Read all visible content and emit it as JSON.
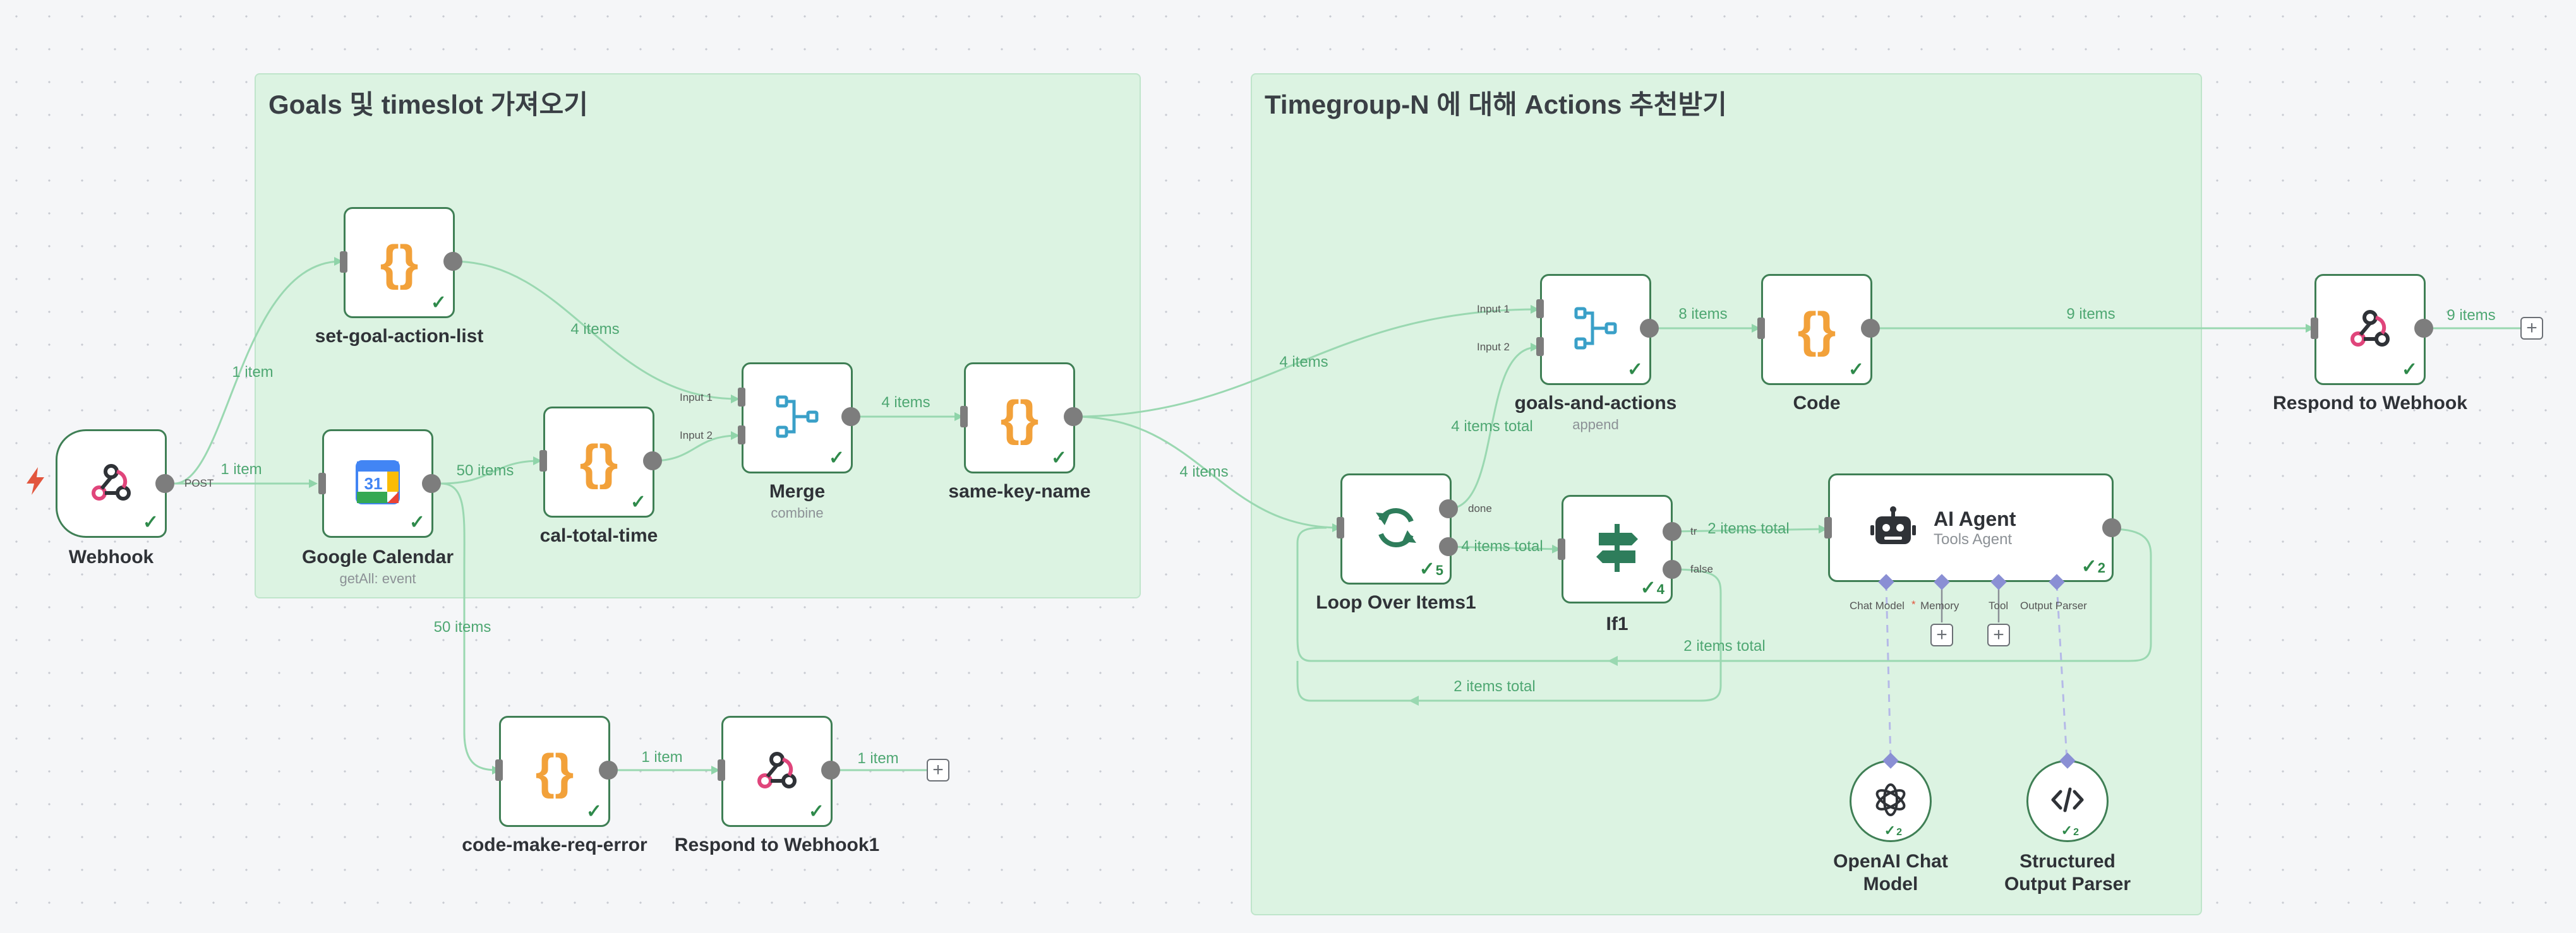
{
  "colors": {
    "accent": "#4ea772",
    "node_border": "#3f7f55",
    "sticky_bg": "#dcf3e2"
  },
  "sticky_notes": [
    {
      "title": "Goals 및 timeslot 가져오기"
    },
    {
      "title": "Timegroup-N 에 대해 Actions 추천받기"
    }
  ],
  "nodes": {
    "webhook": {
      "label": "Webhook",
      "icon": "webhook-icon",
      "handle_label": "POST"
    },
    "set_goal": {
      "label": "set-goal-action-list",
      "icon": "code-braces-icon"
    },
    "gcal": {
      "label": "Google Calendar",
      "sub": "getAll: event",
      "icon": "google-calendar-icon"
    },
    "cal_total": {
      "label": "cal-total-time",
      "icon": "code-braces-icon"
    },
    "merge": {
      "label": "Merge",
      "sub": "combine",
      "icon": "merge-icon",
      "input1": "Input 1",
      "input2": "Input 2"
    },
    "same_key": {
      "label": "same-key-name",
      "icon": "code-braces-icon"
    },
    "code_err": {
      "label": "code-make-req-error",
      "icon": "code-braces-icon"
    },
    "respond1": {
      "label": "Respond to Webhook1",
      "icon": "webhook-icon"
    },
    "goals_actions": {
      "label": "goals-and-actions",
      "sub": "append",
      "icon": "merge-icon",
      "input1": "Input 1",
      "input2": "Input 2"
    },
    "code": {
      "label": "Code",
      "icon": "code-braces-icon"
    },
    "respond": {
      "label": "Respond to Webhook",
      "icon": "webhook-icon"
    },
    "loop": {
      "label": "Loop Over Items1",
      "icon": "loop-icon",
      "count": "5",
      "done": "done"
    },
    "if1": {
      "label": "If1",
      "icon": "signpost-icon",
      "count": "4",
      "true_label": "tr",
      "false_label": "false"
    },
    "agent": {
      "title": "AI Agent",
      "sub": "Tools Agent",
      "icon": "robot-icon",
      "count": "2",
      "ports": [
        "Chat Model",
        "*",
        "Memory",
        "Tool",
        "Output Parser"
      ]
    },
    "openai": {
      "label_line1": "OpenAI Chat",
      "label_line2": "Model",
      "icon": "openai-icon",
      "count": "2"
    },
    "parser": {
      "label_line1": "Structured",
      "label_line2": "Output Parser",
      "icon": "code-tag-icon",
      "count": "2"
    }
  },
  "edges": {
    "wh_set": "1 item",
    "wh_gcal": "1 item",
    "gcal_cal": "50 items",
    "gcal_err": "50 items",
    "set_merge": "4 items",
    "merge_same": "4 items",
    "same_goals": "4 items",
    "same_loop": "4 items",
    "goals_code": "8 items",
    "code_respond": "9 items",
    "respond_out": "9 items",
    "loop_goals": "4 items total",
    "loop_if": "4 items total",
    "if_agent": "2 items total",
    "agent_loop": "2 items total",
    "false_loop": "2 items total",
    "err_resp": "1 item",
    "resp1_out": "1 item"
  },
  "checkmark": "✓",
  "plus": "+"
}
